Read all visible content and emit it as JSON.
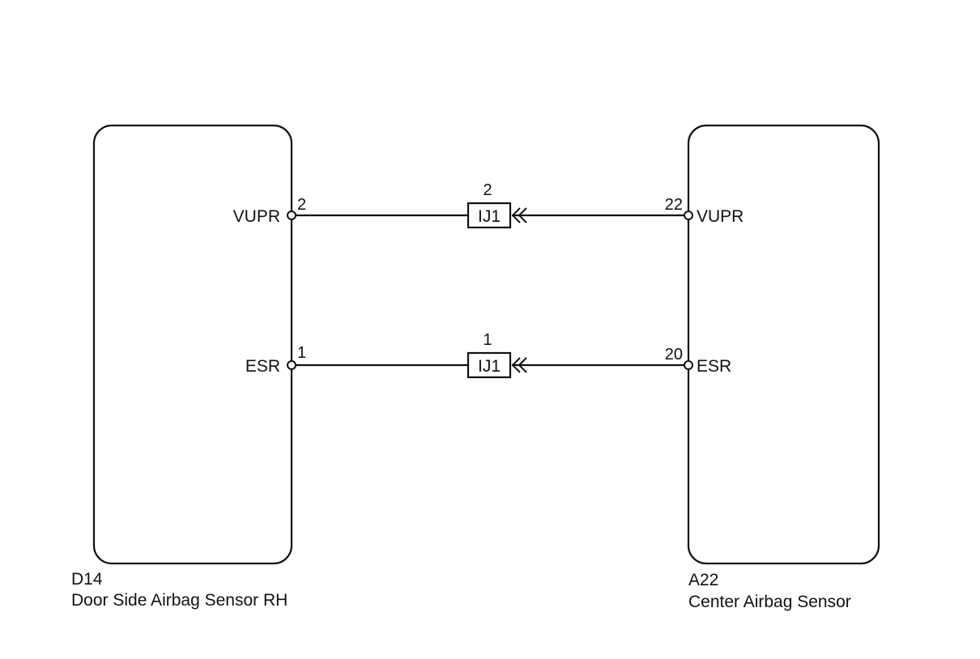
{
  "left_component": {
    "code": "D14",
    "name": "Door Side Airbag Sensor RH",
    "pins": {
      "vupr": {
        "label": "VUPR",
        "number": "2"
      },
      "esr": {
        "label": "ESR",
        "number": "1"
      }
    }
  },
  "right_component": {
    "code": "A22",
    "name": "Center Airbag Sensor",
    "pins": {
      "vupr": {
        "label": "VUPR",
        "number": "22"
      },
      "esr": {
        "label": "ESR",
        "number": "20"
      }
    }
  },
  "junctions": {
    "upper": {
      "label": "IJ1",
      "pin": "2"
    },
    "lower": {
      "label": "IJ1",
      "pin": "1"
    }
  },
  "colors": {
    "line": "#111111",
    "background": "#ffffff"
  }
}
